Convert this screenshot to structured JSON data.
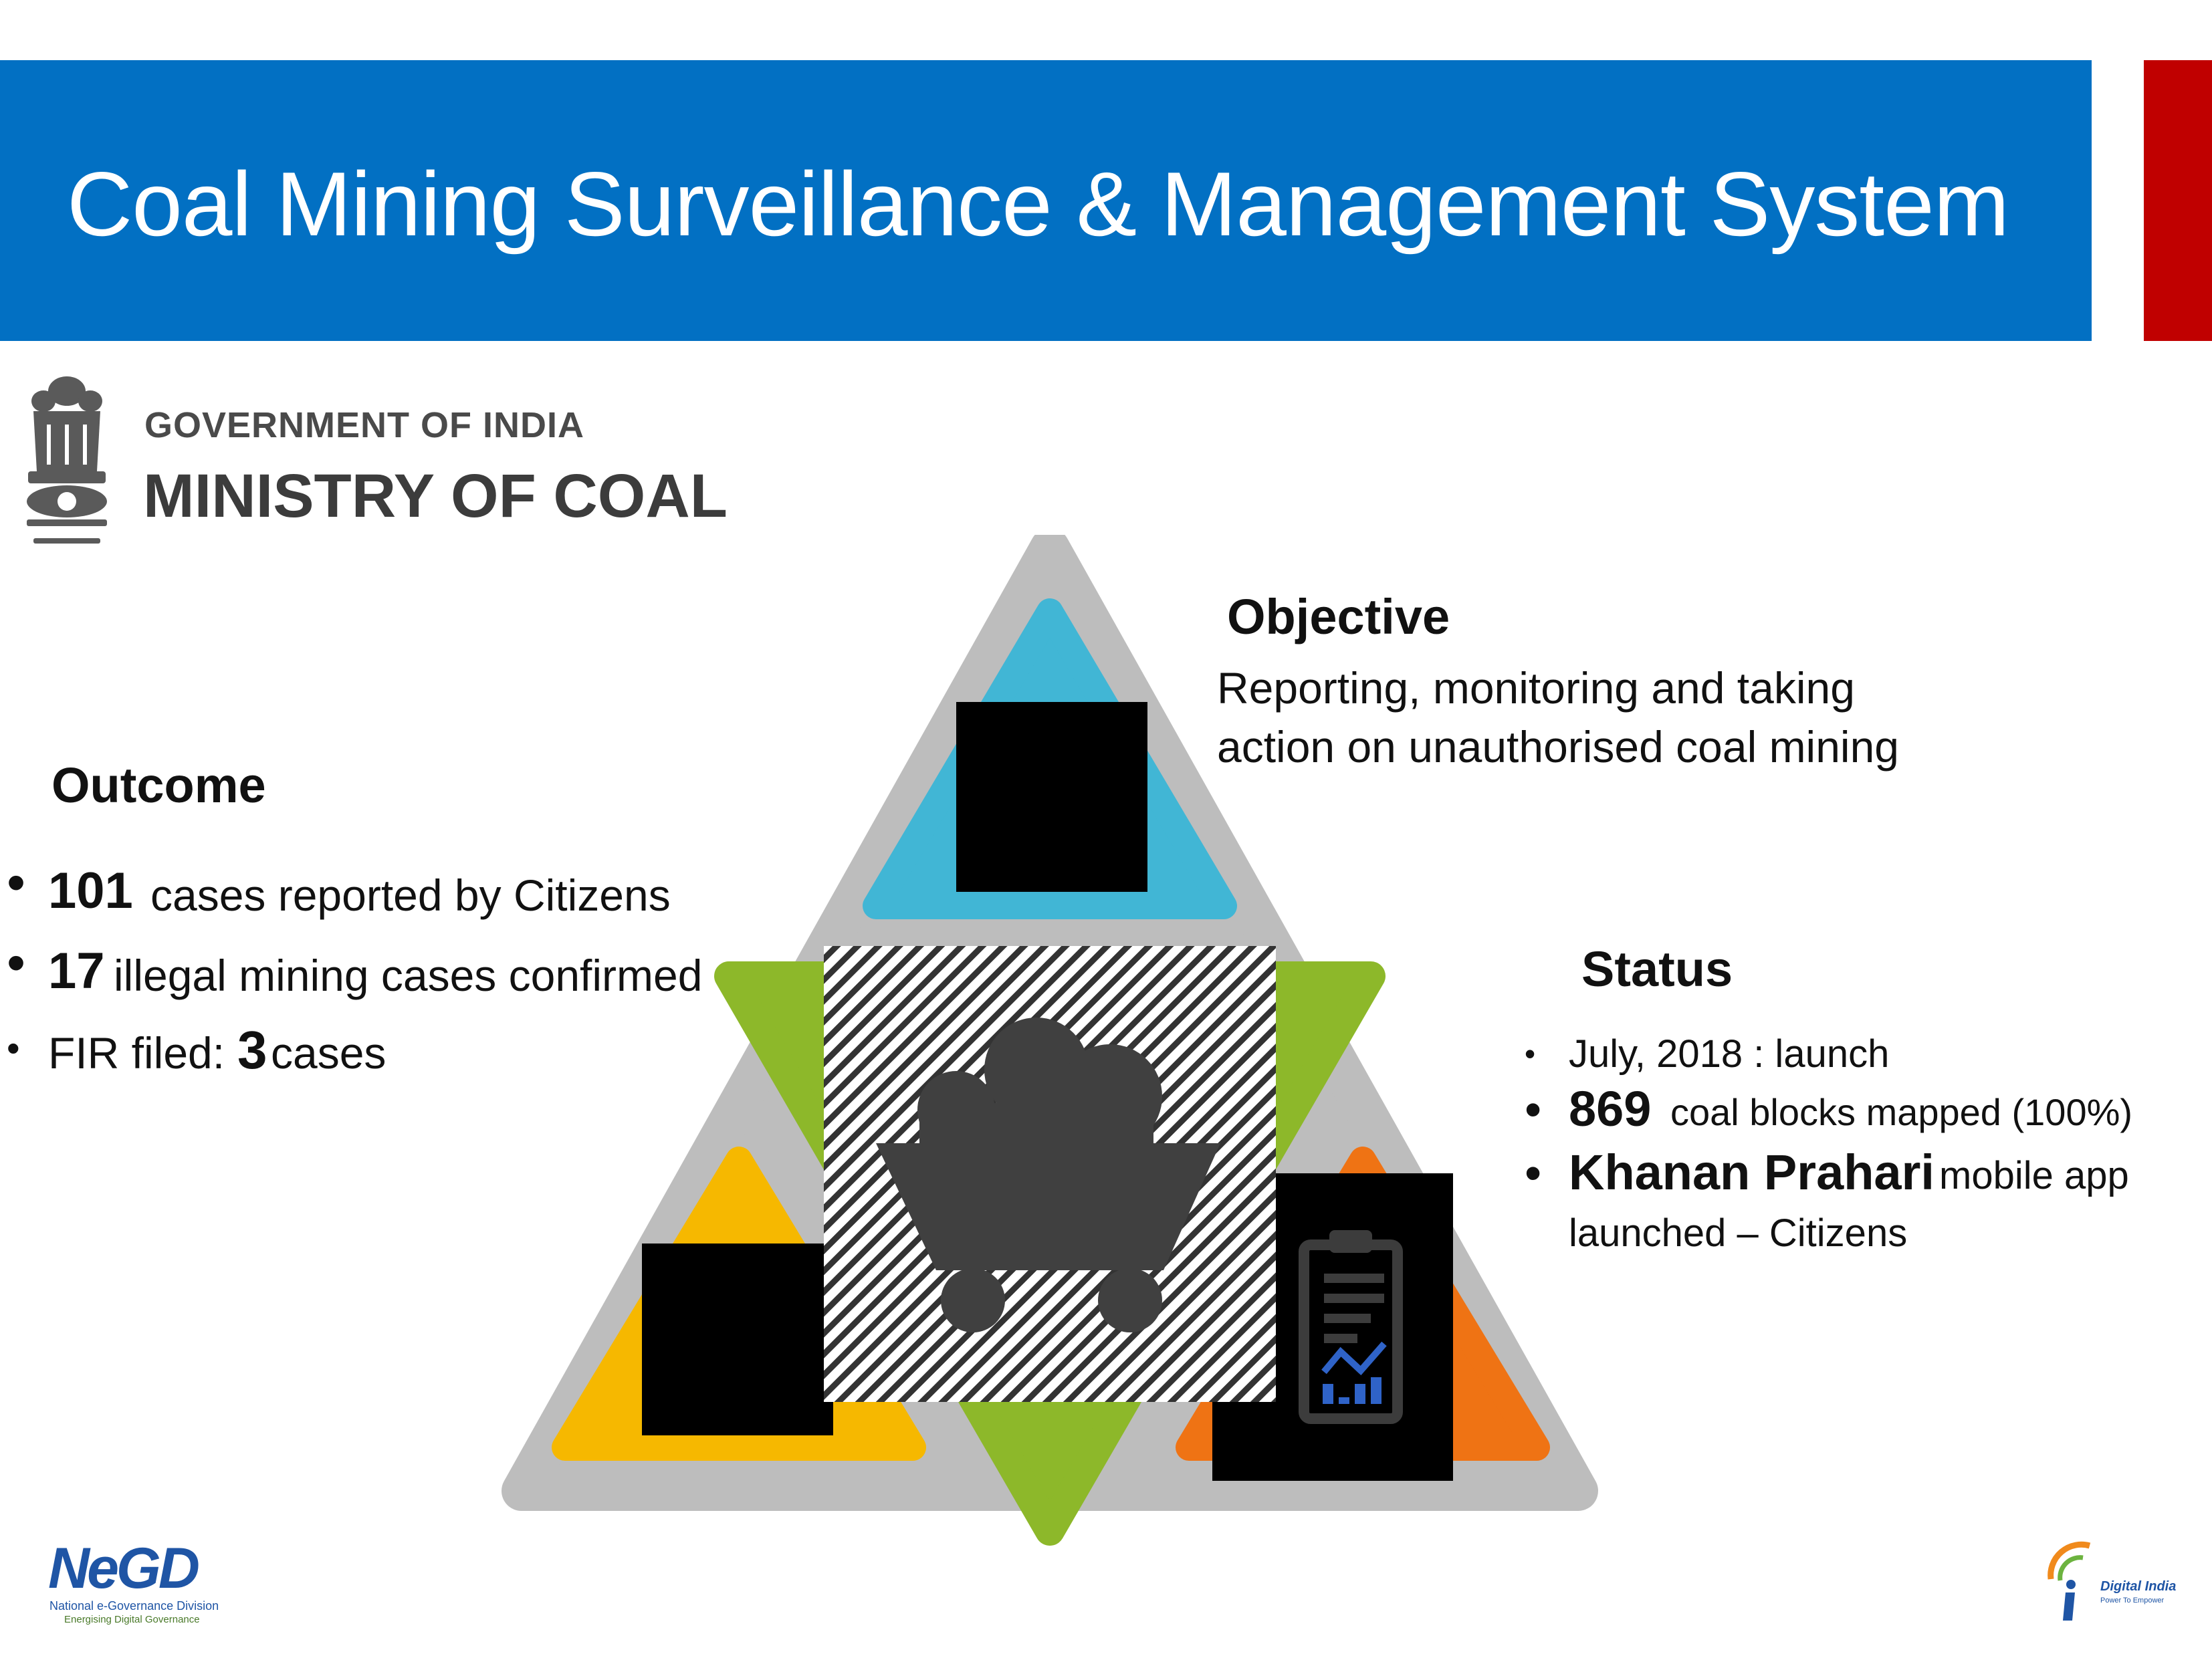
{
  "header": {
    "title": "Coal Mining Surveillance & Management System",
    "band_color": "#0270c3",
    "accent_color": "#c00000"
  },
  "ministry": {
    "line1": "GOVERNMENT OF INDIA",
    "line2": "MINISTRY OF COAL",
    "emblem_icon": "national-emblem-icon"
  },
  "objective": {
    "heading": "Objective",
    "text_line1": "Reporting, monitoring and taking",
    "text_line2": "action on unauthorised coal mining"
  },
  "outcome": {
    "heading": "Outcome",
    "items": [
      {
        "bullet": "•",
        "number": "101",
        "text": " cases reported by Citizens"
      },
      {
        "bullet": "•",
        "number": "17",
        "text": " illegal mining cases confirmed"
      },
      {
        "bullet": "•",
        "prefix": "FIR filed: ",
        "number": "3",
        "text": " cases"
      }
    ]
  },
  "status": {
    "heading": "Status",
    "items": [
      {
        "bullet": "•",
        "text": "July, 2018 : launch"
      },
      {
        "bullet": "•",
        "number": "869",
        "text": " coal blocks mapped (100%)"
      },
      {
        "bullet": "•",
        "number": "Khanan Prahari",
        "text": " mobile app",
        "line2": "launched – Citizens"
      }
    ]
  },
  "diagram": {
    "outer_color": "#bdbdbd",
    "top_color": "#41b6d5",
    "left_color": "#f6b800",
    "right_color": "#ef7314",
    "center_color": "#8db82a",
    "icons": [
      "redacted-block-icon",
      "coal-cart-icon",
      "clipboard-chart-icon"
    ]
  },
  "footer": {
    "negd_text": "NeGD",
    "negd_sub1": "National e-Governance Division",
    "negd_sub2": "Energising Digital Governance",
    "digital_india_text": "Digital India",
    "digital_india_sub": "Power To Empower"
  }
}
